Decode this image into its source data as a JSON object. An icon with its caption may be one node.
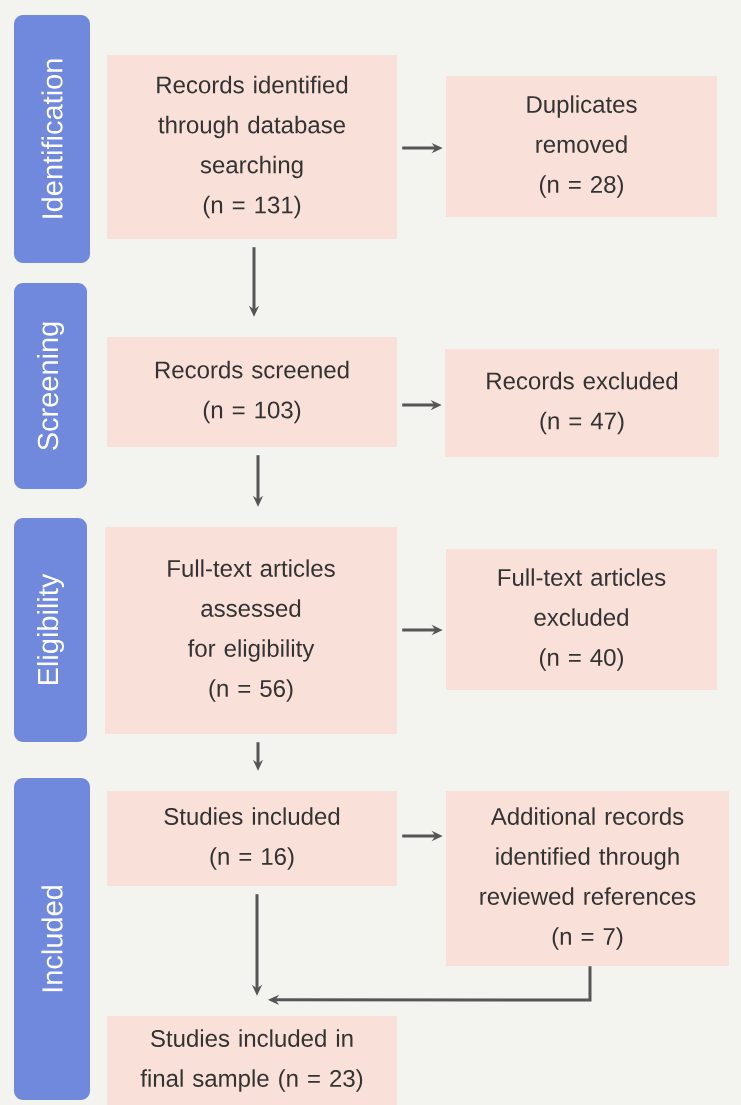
{
  "diagram": {
    "nodes": [
      {
        "text": [
          "Identification"
        ]
      },
      {
        "text": [
          "Records identified through database searching",
          "(n = 131)"
        ]
      },
      {
        "text": [
          "Duplicates removed",
          "(n = 28)"
        ]
      },
      {
        "text": [
          "Screening"
        ]
      },
      {
        "text": [
          "Records screened",
          "(n = 103)"
        ]
      },
      {
        "text": [
          "Records excluded",
          "(n = 47)"
        ]
      },
      {
        "text": [
          "Eligibility"
        ]
      },
      {
        "text": [
          "Full-text articles assessed for eligibility",
          "(n = 56)"
        ]
      },
      {
        "text": [
          "Full-text articles excluded",
          "(n = 40)"
        ]
      },
      {
        "text": [
          "Included"
        ]
      },
      {
        "text": [
          "Studies included",
          "(n = 16)"
        ]
      },
      {
        "text": [
          "Additional records identified through reviewed references",
          "(n = 7)"
        ]
      },
      {
        "text": [
          "Studies included in final sample (n = 23)"
        ]
      }
    ],
    "edges": [
      {
        "from": 1,
        "to": 2,
        "arrow": "to"
      },
      {
        "from": 1,
        "to": 4,
        "arrow": "to"
      },
      {
        "from": 4,
        "to": 5,
        "arrow": "to"
      },
      {
        "from": 4,
        "to": 7,
        "arrow": "to"
      },
      {
        "from": 7,
        "to": 8,
        "arrow": "to"
      },
      {
        "from": 7,
        "to": 10,
        "arrow": "to"
      },
      {
        "from": 10,
        "to": 11,
        "arrow": "to"
      },
      {
        "from": 10,
        "to": 12,
        "arrow": "to"
      },
      {
        "from": 11,
        "to": 12,
        "arrow": "to"
      }
    ]
  }
}
